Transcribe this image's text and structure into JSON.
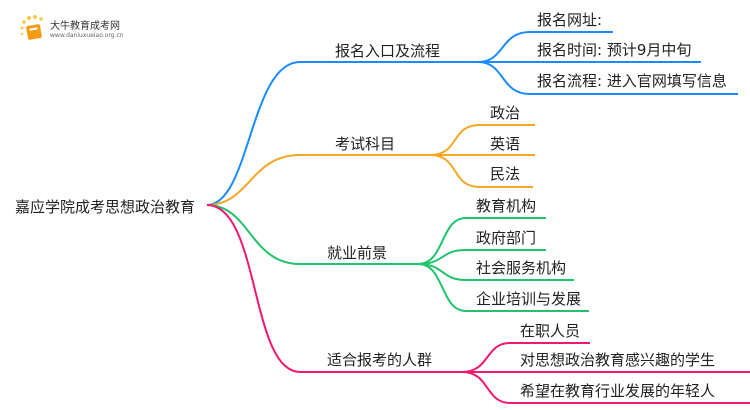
{
  "logo": {
    "name": "大牛教育成考网",
    "url": "www.daniuxueiao.org.cn"
  },
  "root": "嘉应学院成考思想政治教育",
  "colors": {
    "blue": "#1a8cff",
    "orange": "#f5a623",
    "green": "#1fc46b",
    "pink": "#f0186f"
  },
  "branches": [
    {
      "label": "报名入口及流程",
      "children": [
        "报名网址:",
        "报名时间: 预计9月中旬",
        "报名流程: 进入官网填写信息"
      ]
    },
    {
      "label": "考试科目",
      "children": [
        "政治",
        "英语",
        "民法"
      ]
    },
    {
      "label": "就业前景",
      "children": [
        "教育机构",
        "政府部门",
        "社会服务机构",
        "企业培训与发展"
      ]
    },
    {
      "label": "适合报考的人群",
      "children": [
        "在职人员",
        "对思想政治教育感兴趣的学生",
        "希望在教育行业发展的年轻人"
      ]
    }
  ]
}
